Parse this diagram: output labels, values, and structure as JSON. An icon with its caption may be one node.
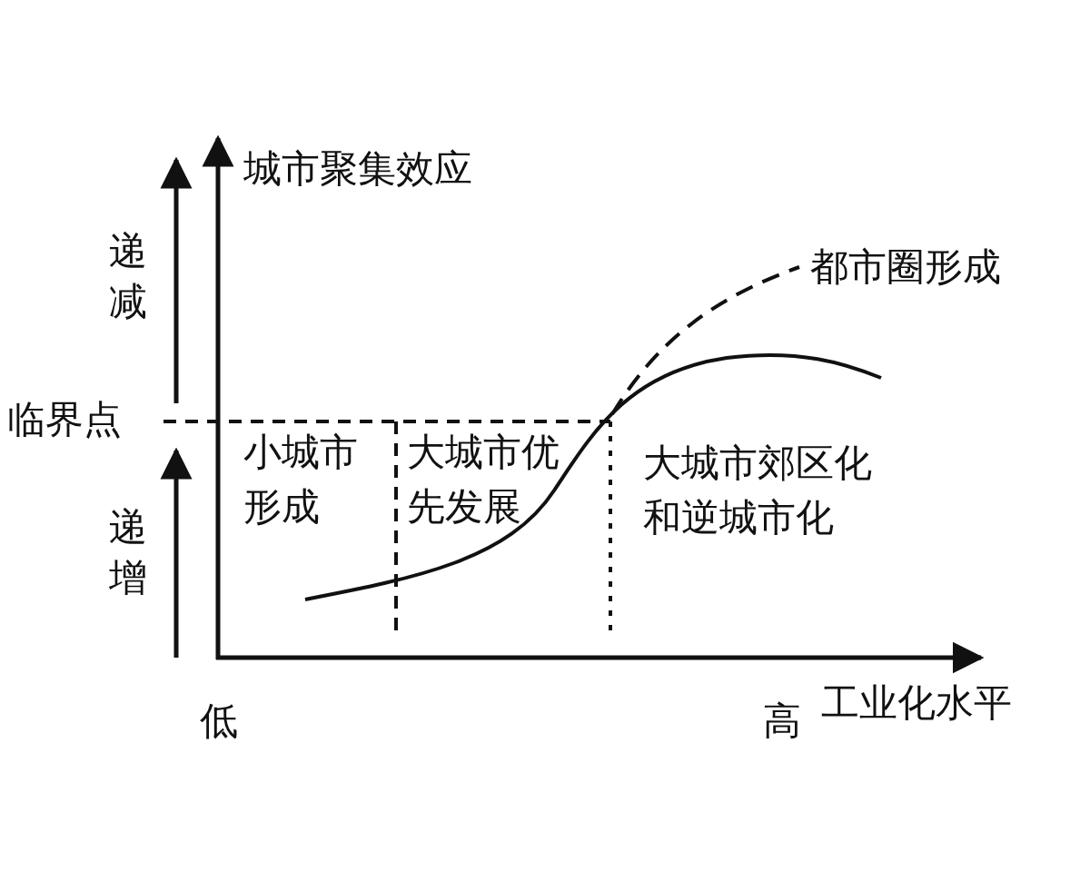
{
  "diagram": {
    "labels": [
      "城市聚集效应",
      "都市圈形成",
      "递减",
      "临界点",
      "小城市形成",
      "大城市优先发展",
      "大城市郊区化和逆城市化",
      "递增",
      "低",
      "高",
      "工业化水平"
    ]
  }
}
